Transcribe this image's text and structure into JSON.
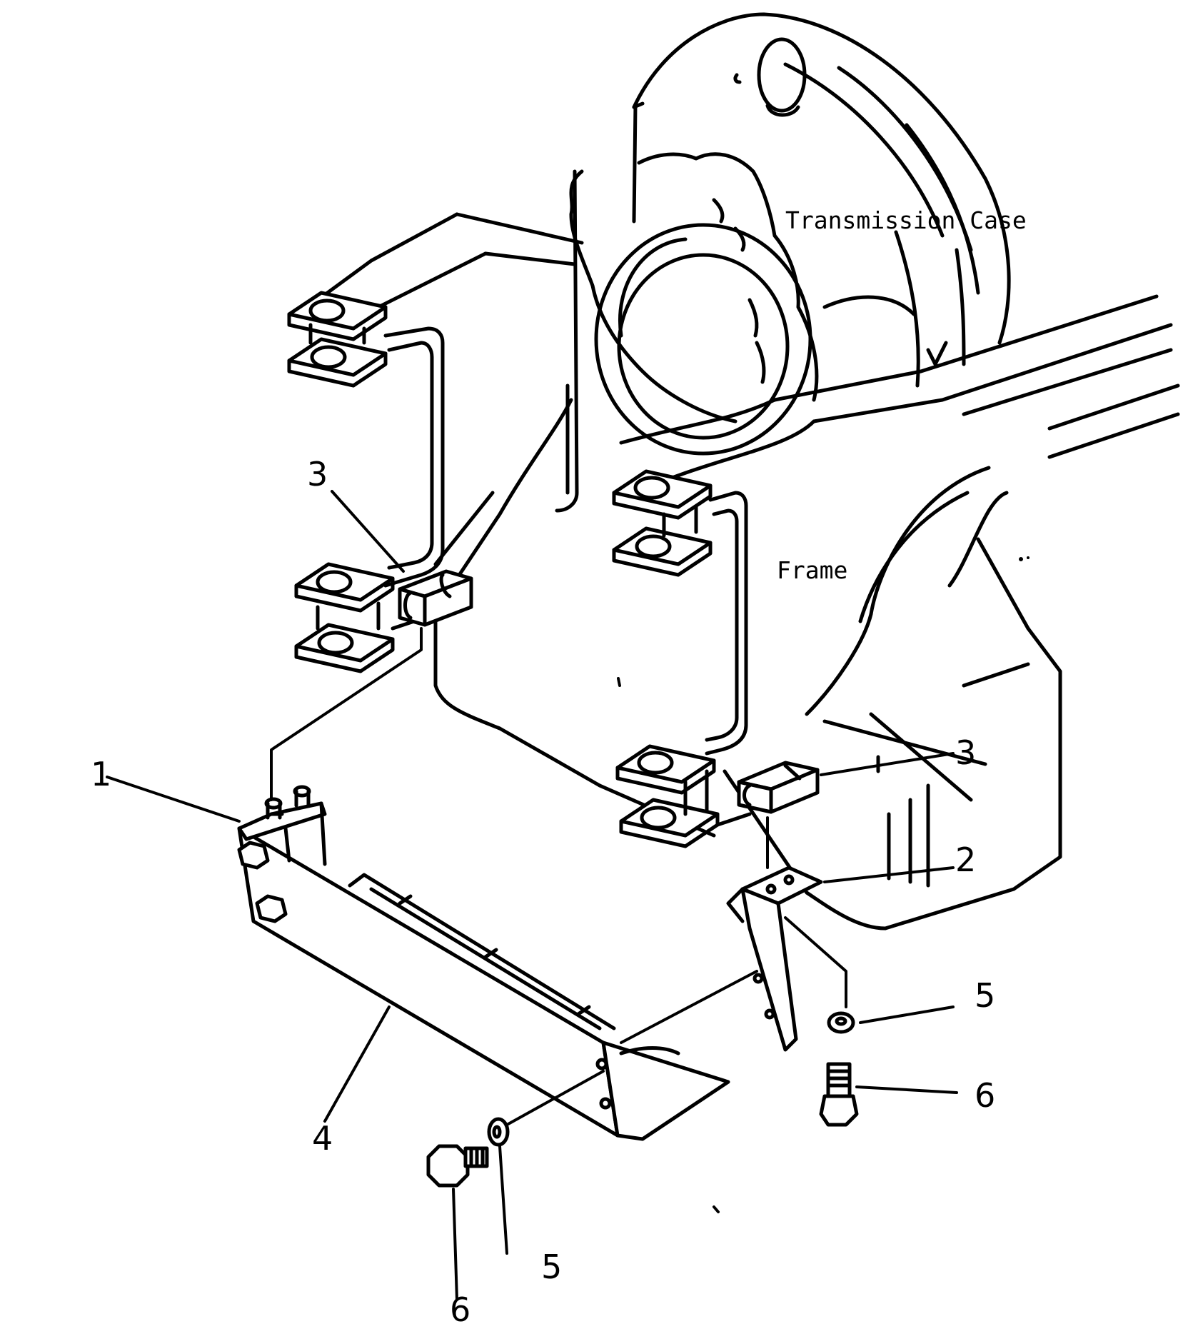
{
  "labels": {
    "transmission_case": "Transmission Case",
    "frame": "Frame"
  },
  "callouts": {
    "c1": "1",
    "c2": "2",
    "c3_left": "3",
    "c3_right": "3",
    "c4": "4",
    "c5_right": "5",
    "c5_bottom": "5",
    "c6_right": "6",
    "c6_bottom": "6"
  }
}
